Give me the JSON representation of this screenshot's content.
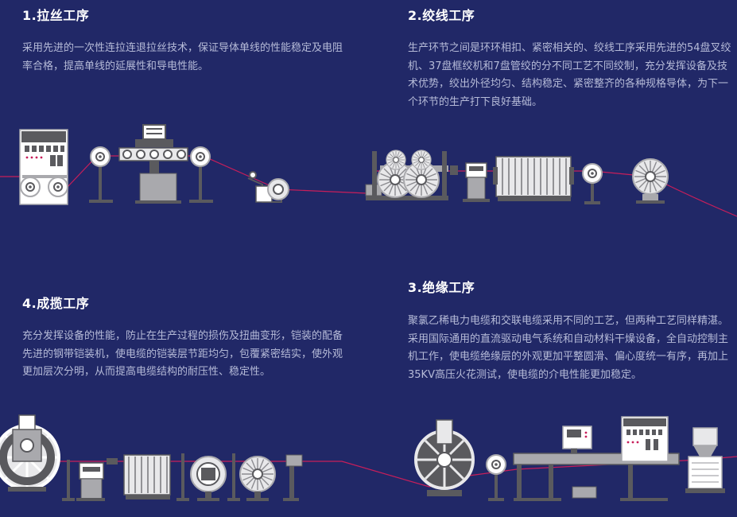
{
  "sections": [
    {
      "title": "1.拉丝工序",
      "description": "采用先进的一次性连拉连退拉丝技术，保证导体单线的性能稳定及电阻率合格，提高单线的延展性和导电性能。"
    },
    {
      "title": "2.绞线工序",
      "description": "生产环节之间是环环相扣、紧密相关的、绞线工序采用先进的54盘叉绞机、37盘框绞机和7盘管绞的分不同工艺不同绞制，充分发挥设备及技术优势，绞出外径均匀、结构稳定、紧密整齐的各种规格导体，为下一个环节的生产打下良好基础。"
    },
    {
      "title": "3.绝缘工序",
      "description": "聚氯乙稀电力电缆和交联电缆采用不同的工艺，但两种工艺同样精湛。采用国际通用的直流驱动电气系统和自动材料干燥设备，全自动控制主机工作，使电缆绝缘层的外观更加平整圆滑、偏心度统一有序，再加上35KV高压火花测试，使电缆的介电性能更加稳定。"
    },
    {
      "title": "4.成揽工序",
      "description": "充分发挥设备的性能，防止在生产过程的损伤及扭曲变形，铠装的配备先进的钢带铠装机，使电缆的铠装层节距均匀，包覆紧密结实，使外观更加层次分明，从而提高电缆结构的耐压性、稳定性。"
    }
  ],
  "colors": {
    "background": "#212867",
    "wire": "#c81e5a",
    "machine_light": "#e8e8ea",
    "machine_mid": "#a9a9ad",
    "machine_dark": "#5a5a5e"
  }
}
